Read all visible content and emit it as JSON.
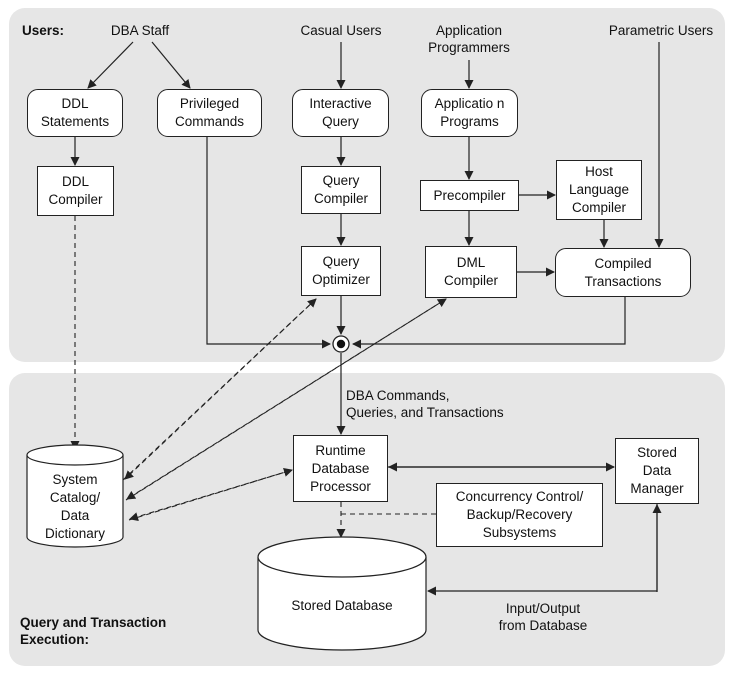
{
  "panels": {
    "users_title": "Users:",
    "execution_title": "Query and Transaction\nExecution:"
  },
  "users": {
    "dba_staff": "DBA Staff",
    "casual_users": "Casual Users",
    "application_programmers": "Application\nProgrammers",
    "parametric_users": "Parametric Users"
  },
  "boxes": {
    "ddl_statements": "DDL\nStatements",
    "privileged_commands": "Privileged\nCommands",
    "interactive_query": "Interactive\nQuery",
    "application_programs": "Applicatio n\nPrograms",
    "ddl_compiler": "DDL\nCompiler",
    "query_compiler": "Query\nCompiler",
    "precompiler": "Precompiler",
    "host_language_compiler": "Host\nLanguage\nCompiler",
    "query_optimizer": "Query\nOptimizer",
    "dml_compiler": "DML\nCompiler",
    "compiled_transactions": "Compiled\nTransactions",
    "runtime_processor": "Runtime\nDatabase\nProcessor",
    "stored_data_manager": "Stored\nData\nManager",
    "concurrency_control": "Concurrency Control/\nBackup/Recovery\nSubsystems"
  },
  "storage": {
    "system_catalog": "System\nCatalog/\nData\nDictionary",
    "stored_database": "Stored Database"
  },
  "labels": {
    "dba_commands": "DBA Commands,\nQueries, and Transactions",
    "input_output": "Input/Output\nfrom Database"
  }
}
